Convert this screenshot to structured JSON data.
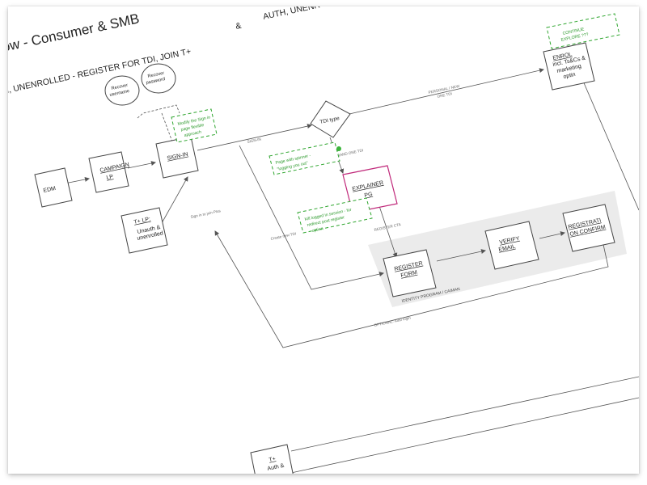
{
  "title": {
    "main": "ow - Consumer & SMB",
    "subtitle": "H, UNENROLLED - REGISTER FOR TDI, JOIN T+",
    "subtitle_amp": "&",
    "subtitle_right": "AUTH, UNENR"
  },
  "nodes": {
    "edm": "EDM",
    "campaign_lp_1": "CAMPAIGN",
    "campaign_lp_2": "LP",
    "sign_in": "SIGN-IN",
    "tplus_lp_1": "T+ LP:",
    "tplus_lp_2": "Unauth &",
    "tplus_lp_3": "unenrolled",
    "recover_username_1": "Recover",
    "recover_username_2": "username",
    "recover_password_1": "Recover",
    "recover_password_2": "password",
    "tdi_type": "TDI type",
    "explainer_1": "EXPLAINER",
    "explainer_2": "PG",
    "register_form_1": "REGISTER",
    "register_form_2": "FORM",
    "verify_email_1": "VERIFY",
    "verify_email_2": "EMAIL",
    "registration_confirm_1": "REGISTRATI",
    "registration_confirm_2": "ON CONFIRM",
    "enrol_1": "ENROL",
    "enrol_2": "incl. Ts&Cs &",
    "enrol_3": "marketing",
    "enrol_4": "optin",
    "tplus_bottom_1": "T+",
    "tplus_bottom_2": "Auth &"
  },
  "notes": {
    "modify_sign_in_1": "Modify the Sign in",
    "modify_sign_in_2": "page flexible",
    "modify_sign_in_3": "approach",
    "page_with_spinner_1": "Page with spinner -",
    "page_with_spinner_2": "\"logging you out\"",
    "kill_logged_in_1": "Kill logged in session - for",
    "kill_logged_in_2": "redirect post register",
    "kill_logged_in_3": "option",
    "continue_explore_1": "CONTINUE",
    "continue_explore_2": "EXPLORE ???"
  },
  "edges": {
    "sign_in_label": "SIGN-IN",
    "personal_new": "PERSONAL / NEW",
    "one_tdi": "ONE TDI",
    "rebrand_one_tdi": "REBRAND ONE TDI",
    "register_cta": "REGISTER CTA",
    "create_new_tdi": "Create new TDI",
    "sign_in_to_join_plus": "Sign in to join Plus",
    "optional_auto_login": "OPTIONAL: Auto login"
  },
  "group": {
    "label": "IDENTITY PROGRAM / CAIMAN"
  },
  "colors": {
    "note_green": "#2fa62f",
    "explainer_border": "#c0287a",
    "group_fill": "#ebebeb",
    "spinner_dot": "#3bb53b"
  }
}
